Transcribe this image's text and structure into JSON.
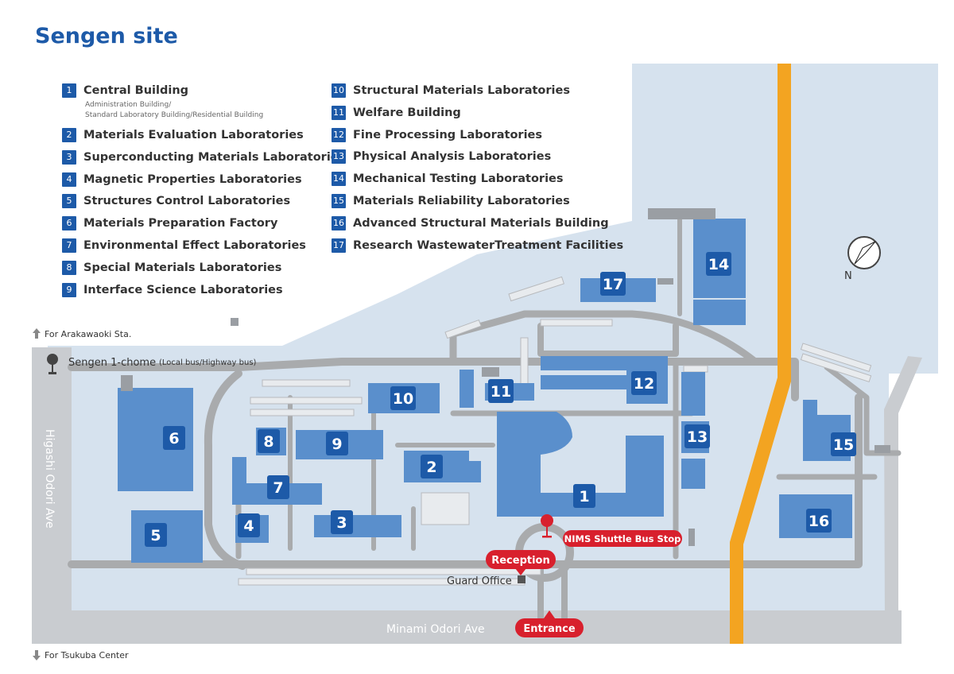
{
  "title": "Sengen site",
  "legend_left": [
    {
      "num": "1",
      "label": "Central Building",
      "sub1": "Administration Building/",
      "sub2": "Standard Laboratory Building/Residential Building"
    },
    {
      "num": "2",
      "label": "Materials Evaluation Laboratories"
    },
    {
      "num": "3",
      "label": "Superconducting Materials Laboratories"
    },
    {
      "num": "4",
      "label": "Magnetic Properties Laboratories"
    },
    {
      "num": "5",
      "label": "Structures Control Laboratories"
    },
    {
      "num": "6",
      "label": "Materials Preparation Factory"
    },
    {
      "num": "7",
      "label": "Environmental Effect Laboratories"
    },
    {
      "num": "8",
      "label": "Special Materials Laboratories"
    },
    {
      "num": "9",
      "label": "Interface Science Laboratories"
    }
  ],
  "legend_right": [
    {
      "num": "10",
      "label": "Structural Materials Laboratories"
    },
    {
      "num": "11",
      "label": "Welfare Building"
    },
    {
      "num": "12",
      "label": "Fine Processing Laboratories"
    },
    {
      "num": "13",
      "label": "Physical Analysis Laboratories"
    },
    {
      "num": "14",
      "label": "Mechanical Testing Laboratories"
    },
    {
      "num": "15",
      "label": "Materials Reliability Laboratories"
    },
    {
      "num": "16",
      "label": "Advanced Structural Materials Building"
    },
    {
      "num": "17",
      "label": "Research WastewaterTreatment Facilities"
    }
  ],
  "labels": {
    "for_arakawaoki": "For Arakawaoki Sta.",
    "for_tsukuba": "For Tsukuba Center",
    "bus_stop_name": "Sengen 1-chome",
    "bus_stop_type": "(Local bus/Highway bus)",
    "west_road": "Higashi Odori Ave",
    "south_road": "Minami Odori Ave",
    "guard_office": "Guard Office",
    "north": "N",
    "shuttle_stop": "NIMS Shuttle Bus Stop",
    "reception": "Reception",
    "entrance": "Entrance"
  },
  "building_numbers": [
    "1",
    "2",
    "3",
    "4",
    "5",
    "6",
    "7",
    "8",
    "9",
    "10",
    "11",
    "12",
    "13",
    "14",
    "15",
    "16",
    "17"
  ],
  "colors": {
    "title": "#1d5aa8",
    "grounds": "#d6e2ee",
    "road": "#c9ccd0",
    "path": "#a9abad",
    "building": "#5a8fcc",
    "badge": "#1d5aa8",
    "river": "#f3a421",
    "callout": "#d8202d"
  }
}
